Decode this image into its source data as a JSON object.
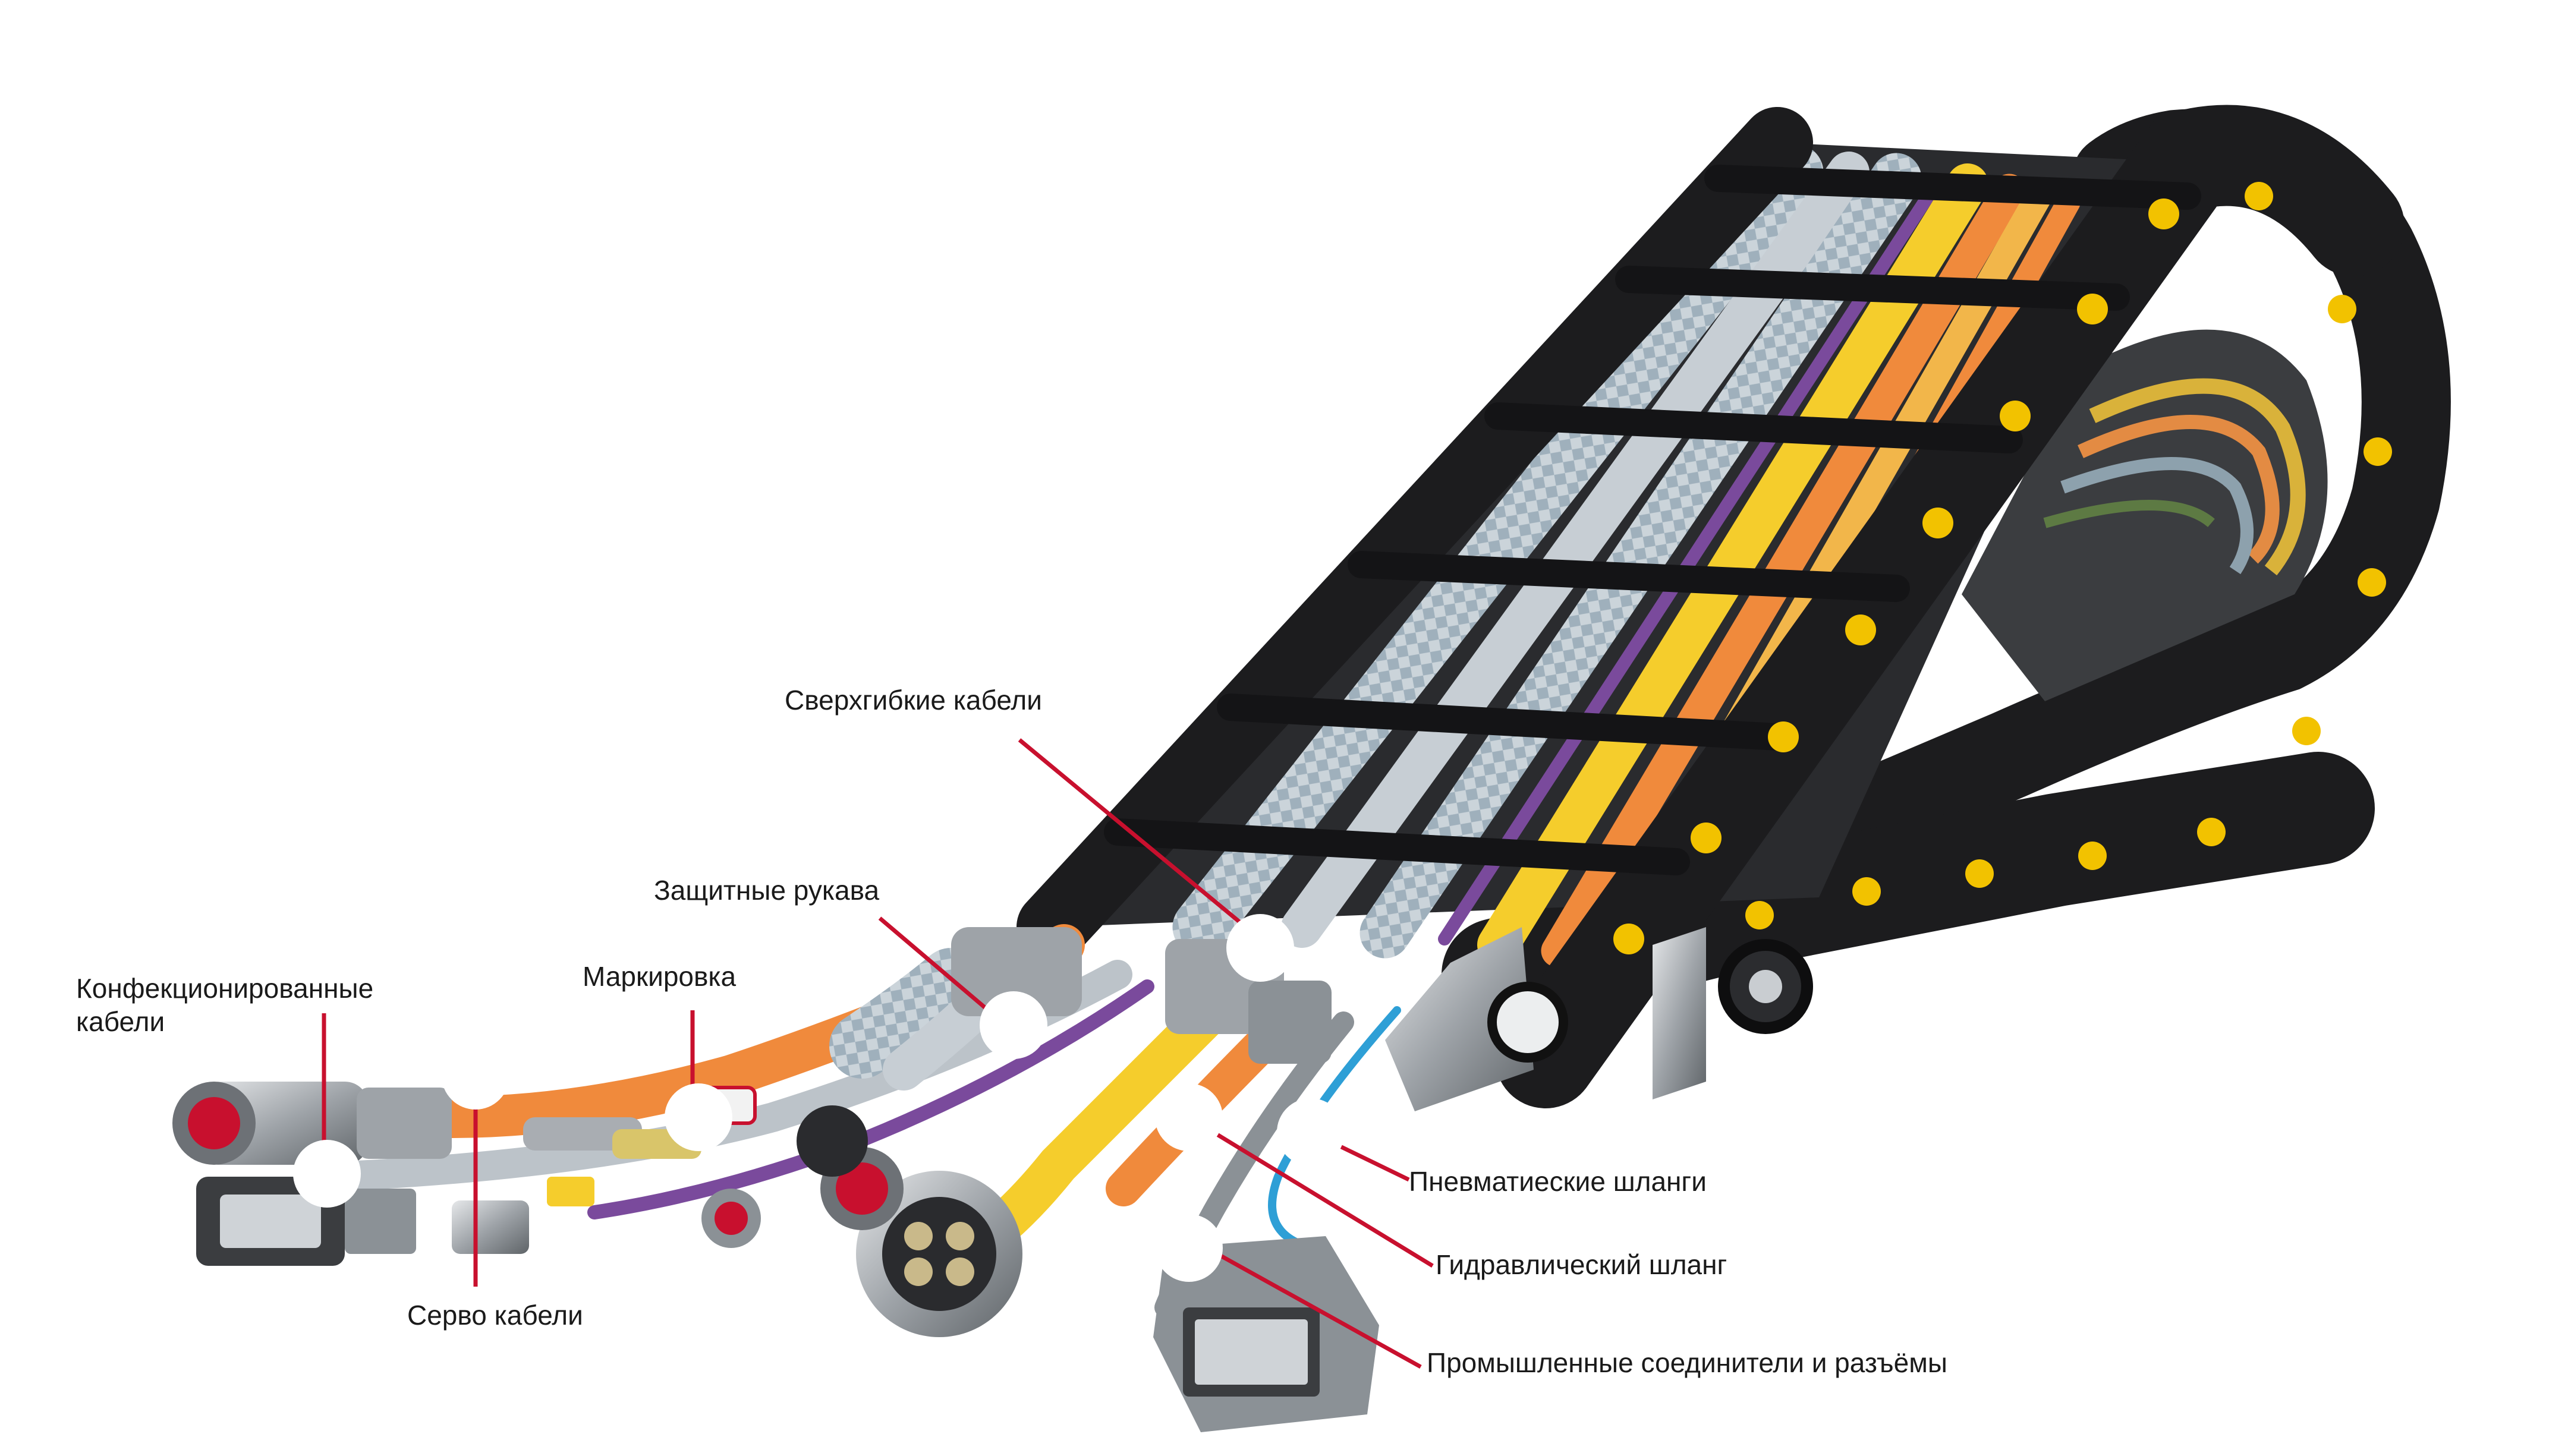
{
  "colors": {
    "chain": "#1c1c1e",
    "chain_highlight": "#3a3a3e",
    "pin": "#f2c200",
    "leader_line": "#c8102e",
    "marker": "#ffffff",
    "cable_orange": "#f08a3c",
    "cable_yellow": "#f5cd2c",
    "cable_gray": "#bcc3c9",
    "cable_purple": "#7a4a9c",
    "cable_blue": "#2e9fd6",
    "braided_sleeve": "#c9d2d9",
    "metal": "#a9adb2"
  },
  "icons": [
    "drag-chain",
    "cable-bundle",
    "circular-connector",
    "rectangular-connector",
    "label-marker"
  ],
  "labels": {
    "ultraflex": "Сверхгибкие кабели",
    "protective_sleeves": "Защитные рукава",
    "marking": "Маркировка",
    "assembled_cables": "Конфекционированные кабели",
    "servo_cables": "Серво кабели",
    "pneumatic_hoses": "Пневматиеские шланги",
    "hydraulic_hose": "Гидравлический шланг",
    "industrial_connectors": "Промышленные соединители и разъёмы"
  }
}
